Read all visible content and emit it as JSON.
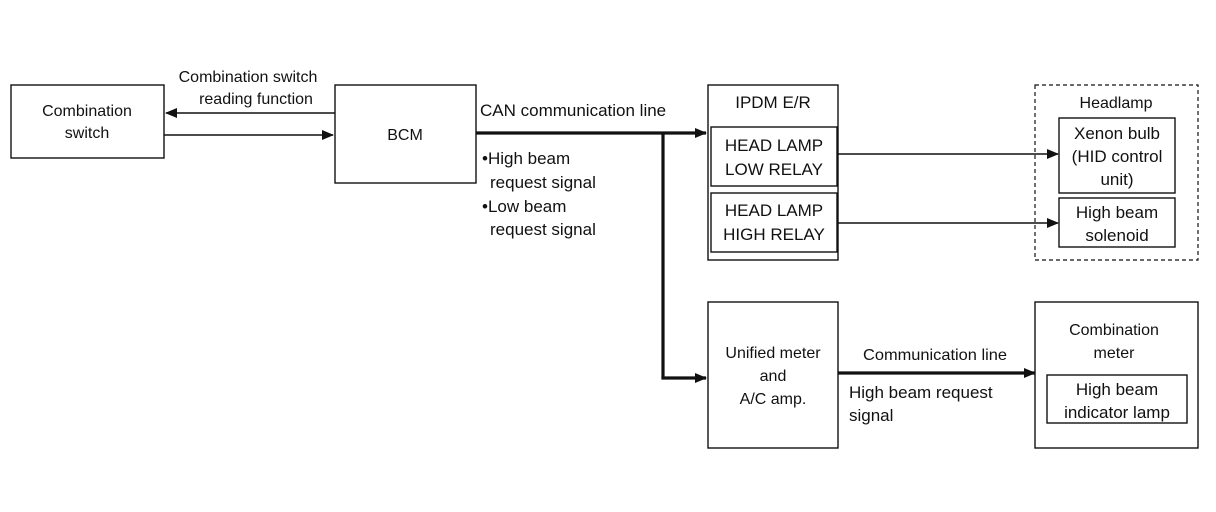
{
  "nodes": {
    "combination_switch": {
      "lines": [
        "Combination",
        "switch"
      ]
    },
    "bcm": {
      "label": "BCM"
    },
    "ipdm": {
      "title": "IPDM E/R",
      "low_relay": [
        "HEAD LAMP",
        "LOW RELAY"
      ],
      "high_relay": [
        "HEAD LAMP",
        "HIGH RELAY"
      ]
    },
    "headlamp": {
      "title": "Headlamp",
      "xenon_bulb": [
        "Xenon bulb",
        "(HID control",
        "unit)"
      ],
      "high_beam_solenoid": [
        "High beam",
        "solenoid"
      ]
    },
    "unified_meter": {
      "lines": [
        "Unified meter",
        "and",
        "A/C amp."
      ]
    },
    "combination_meter": {
      "title": [
        "Combination",
        "meter"
      ],
      "indicator": [
        "High beam",
        "indicator lamp"
      ]
    }
  },
  "labels": {
    "switch_reading": [
      "Combination switch",
      "reading function"
    ],
    "can_line": "CAN communication line",
    "bcm_signals": [
      "•High beam",
      "request signal",
      "•Low beam",
      "request signal"
    ],
    "comm_line": "Communication line",
    "meter_signal": [
      "High beam request",
      "signal"
    ]
  },
  "colors": {
    "ink": "#111111",
    "background": "#ffffff"
  }
}
